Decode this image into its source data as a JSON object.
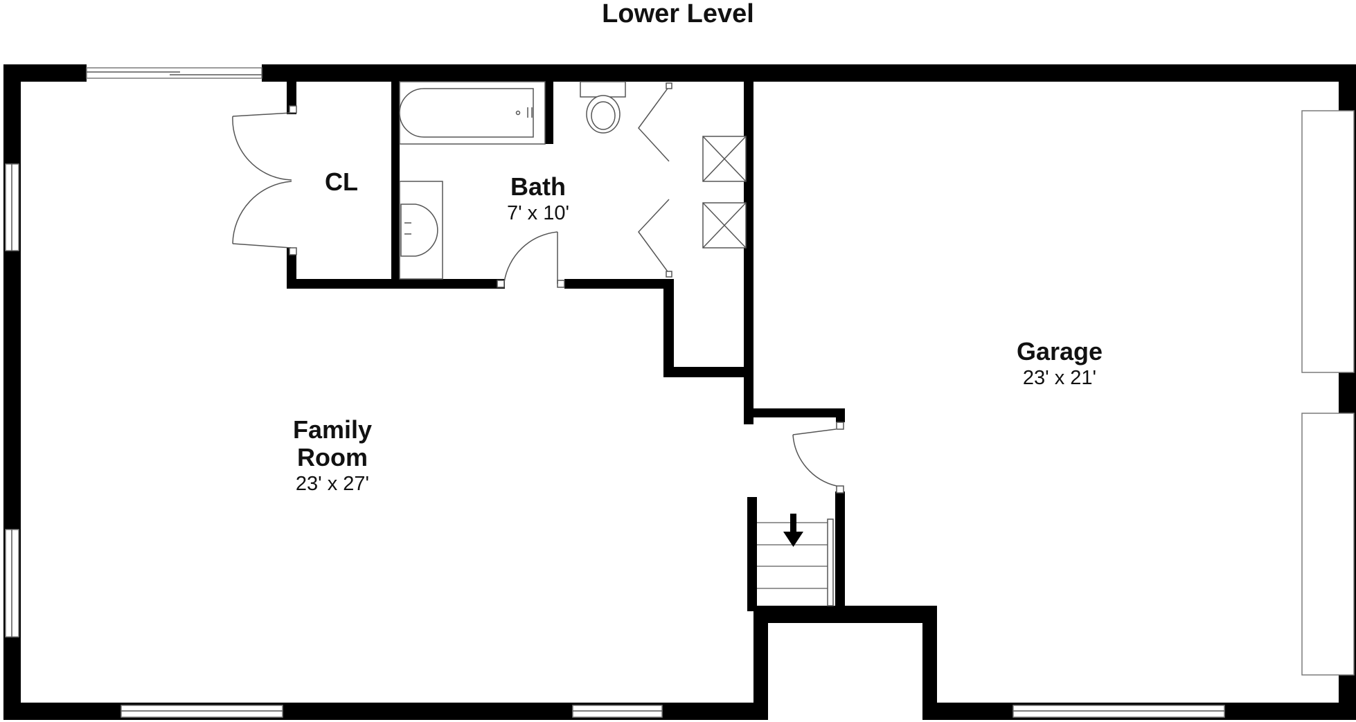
{
  "title": "Lower Level",
  "rooms": {
    "closet": {
      "name": "CL"
    },
    "bath": {
      "name": "Bath",
      "dims": "7' x 10'"
    },
    "family_room": {
      "name_line1": "Family",
      "name_line2": "Room",
      "dims": "23' x 27'"
    },
    "garage": {
      "name": "Garage",
      "dims": "23' x 21'"
    }
  },
  "icons": {
    "stair_arrow": "arrow-down-icon"
  }
}
